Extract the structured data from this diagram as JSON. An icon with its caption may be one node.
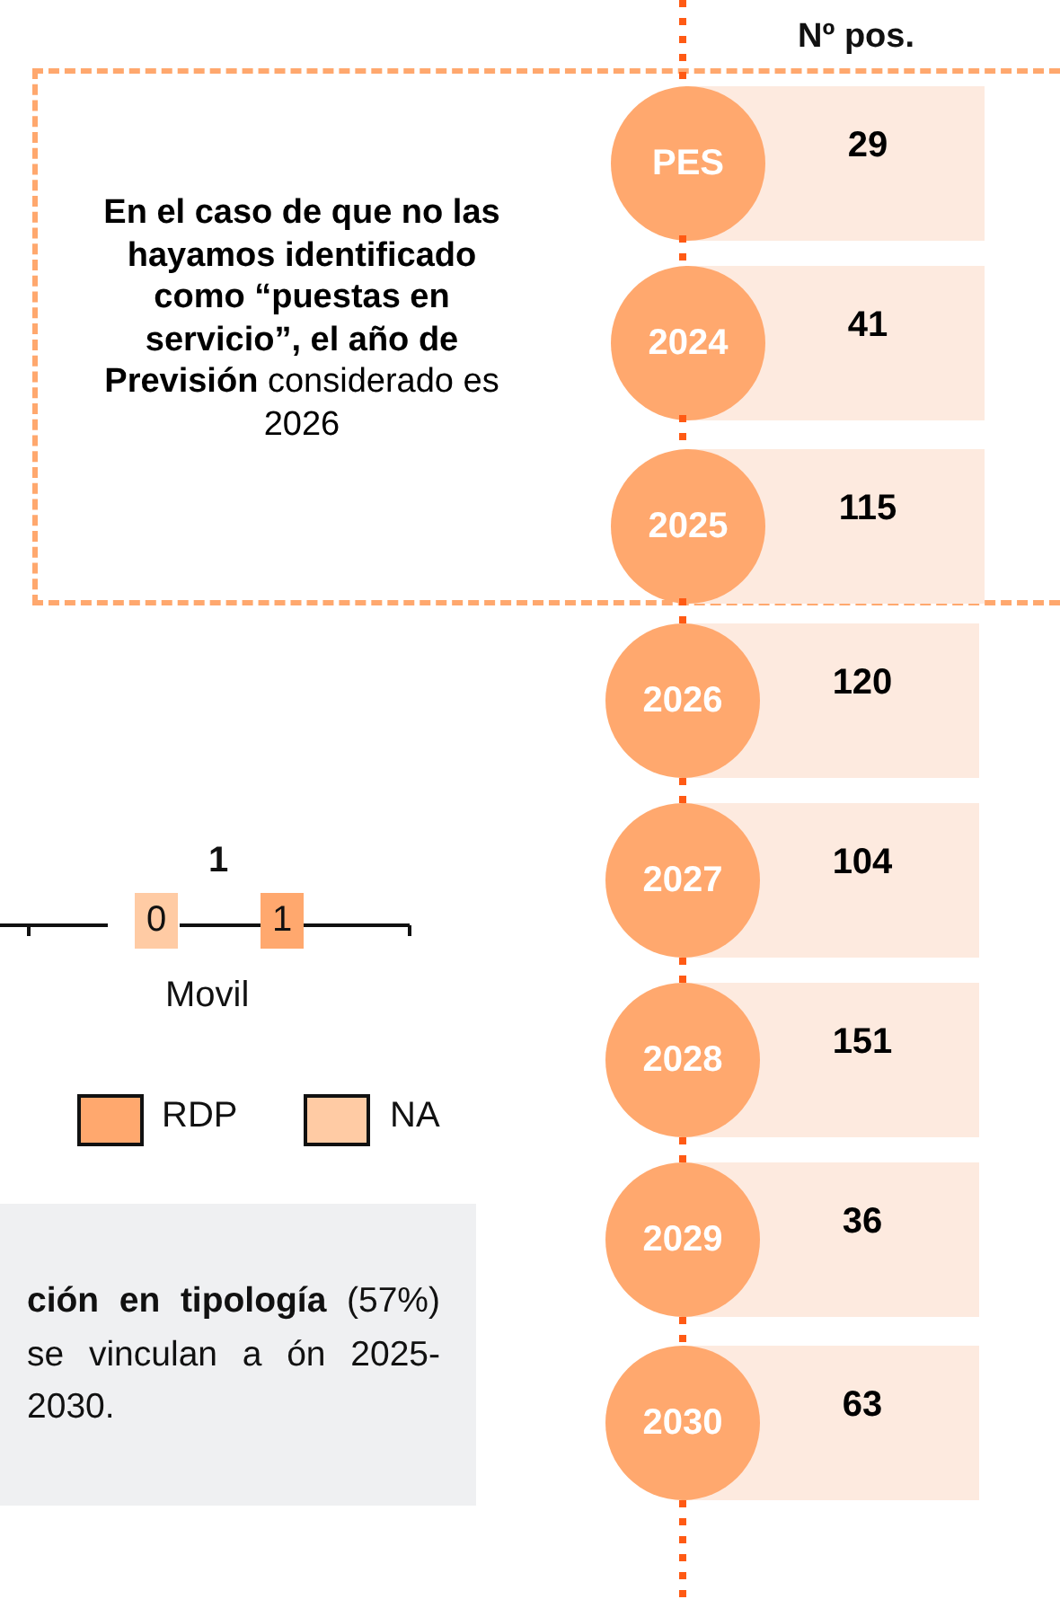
{
  "diagram": {
    "nodes": [
      {
        "text": [
          "**En el caso de que no las hayamos identificado como “puestas en servicio”, el año de Previsión** considerado es 2026"
        ]
      },
      {
        "text": [
          "PES"
        ],
        "beside": [
          "29"
        ],
        "in": 0
      },
      {
        "text": [
          "2024"
        ],
        "beside": [
          "41"
        ],
        "in": 0
      },
      {
        "text": [
          "2025"
        ],
        "beside": [
          "115"
        ],
        "in": 0
      },
      {
        "text": [
          "2026"
        ],
        "beside": [
          "120"
        ]
      },
      {
        "text": [
          "2027"
        ],
        "beside": [
          "104"
        ]
      },
      {
        "text": [
          "2028"
        ],
        "beside": [
          "151"
        ]
      },
      {
        "text": [
          "2029"
        ],
        "beside": [
          "36"
        ]
      },
      {
        "text": [
          "2030"
        ],
        "beside": [
          "63"
        ]
      }
    ],
    "edges": [
      {
        "from": null,
        "to": 1,
        "arrow": "none",
        "style": "dashed"
      },
      {
        "from": 1,
        "to": 2,
        "arrow": "none",
        "style": "dashed"
      },
      {
        "from": 2,
        "to": 3,
        "arrow": "none",
        "style": "dashed"
      },
      {
        "from": 3,
        "to": 4,
        "arrow": "none",
        "style": "dashed"
      },
      {
        "from": 4,
        "to": 5,
        "arrow": "none",
        "style": "dashed"
      },
      {
        "from": 5,
        "to": 6,
        "arrow": "none",
        "style": "dashed"
      },
      {
        "from": 6,
        "to": 7,
        "arrow": "none",
        "style": "dashed"
      },
      {
        "from": 7,
        "to": 8,
        "arrow": "none",
        "style": "dashed"
      },
      {
        "from": 8,
        "to": null,
        "arrow": "none",
        "style": "dashed"
      }
    ],
    "labels": [
      "Nº pos.",
      "1",
      "0",
      "1",
      "Movil",
      "**ción en tipología** (57%) se vinculan a ón 2025-2030."
    ],
    "legend": [
      {
        "text": "RDP",
        "color": "#ffa86e"
      },
      {
        "text": "NA",
        "color": "#ffcba4"
      }
    ]
  }
}
